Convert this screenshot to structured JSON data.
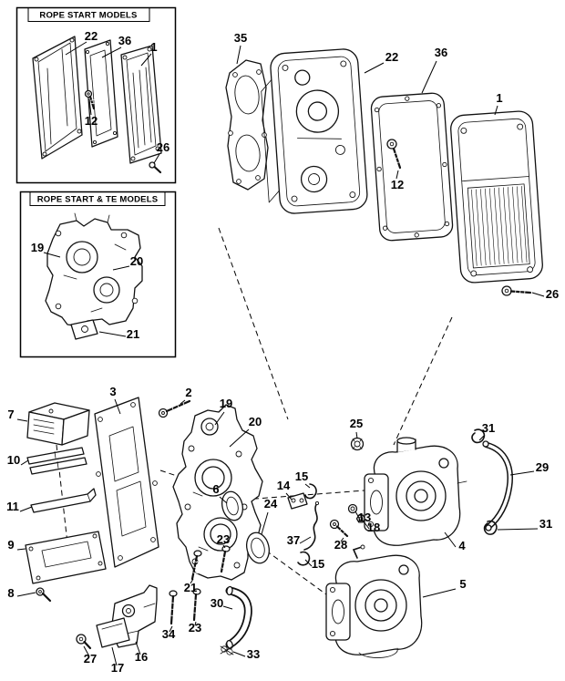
{
  "page": {
    "background": "#ffffff",
    "line_color": "#111111"
  },
  "inset_rope_start": {
    "title": "ROPE START MODELS",
    "callouts": {
      "c22": "22",
      "c36": "36",
      "c1": "1",
      "c12": "12",
      "c26": "26"
    }
  },
  "inset_rope_start_te": {
    "title": "ROPE START & TE MODELS",
    "callouts": {
      "c19": "19",
      "c20": "20",
      "c21": "21"
    }
  },
  "top_assembly": {
    "callouts": {
      "c35": "35",
      "c22": "22",
      "c36": "36",
      "c1": "1",
      "c12": "12",
      "c26": "26"
    }
  },
  "lower_assembly": {
    "callouts": {
      "c2": "2",
      "c3": "3",
      "c7": "7",
      "c19": "19",
      "c20": "20",
      "c10": "10",
      "c6": "6",
      "c11": "11",
      "c14": "14",
      "c15a": "15",
      "c25": "25",
      "c31a": "31",
      "c29": "29",
      "c24": "24",
      "c13": "13",
      "c18": "18",
      "c9": "9",
      "c37": "37",
      "c28": "28",
      "c31b": "31",
      "c4": "4",
      "c15b": "15",
      "c23a": "23",
      "c8": "8",
      "c21": "21",
      "c30": "30",
      "c5": "5",
      "c34": "34",
      "c23b": "23",
      "c33": "33",
      "c16": "16",
      "c17": "17",
      "c27": "27"
    }
  }
}
